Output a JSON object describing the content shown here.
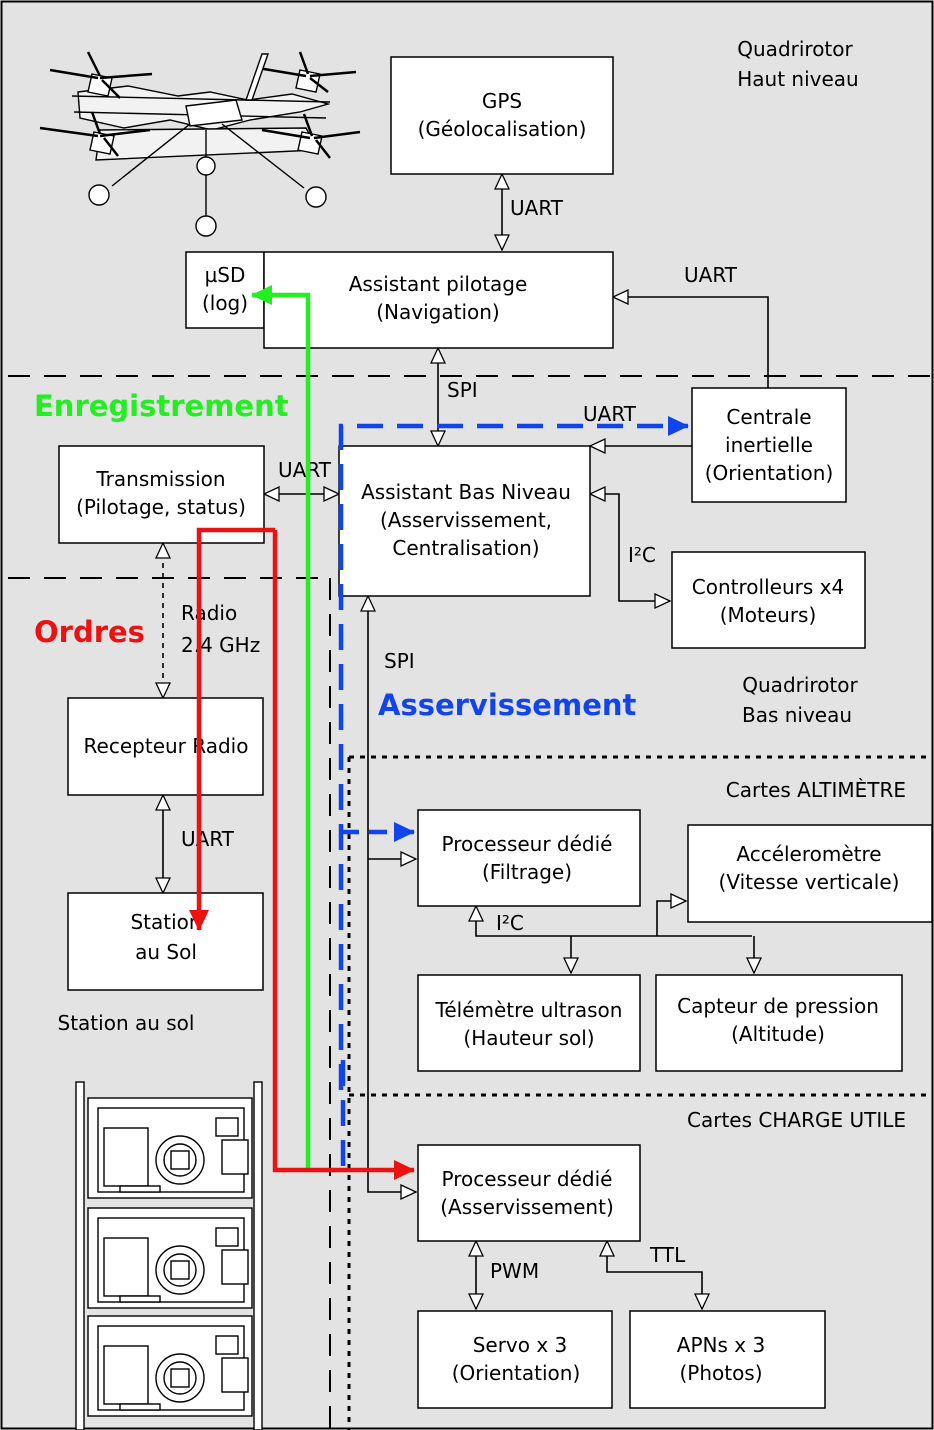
{
  "zones": {
    "high_level": [
      "Quadrirotor",
      "Haut niveau"
    ],
    "low_level": [
      "Quadrirotor",
      "Bas niveau"
    ],
    "ground_station": "Station au sol",
    "altimeter_cards": "Cartes ALTIMÈTRE",
    "payload_cards": "Cartes CHARGE UTILE"
  },
  "boxes": {
    "gps": [
      "GPS",
      "(Géolocalisation)"
    ],
    "usd": [
      "µSD",
      "(log)"
    ],
    "nav": [
      "Assistant pilotage",
      "(Navigation)"
    ],
    "imu": [
      "Centrale",
      "inertielle",
      "(Orientation)"
    ],
    "transmission": [
      "Transmission",
      "(Pilotage, status)"
    ],
    "low_assistant": [
      "Assistant Bas Niveau",
      "(Asservissement,",
      "Centralisation)"
    ],
    "motor_ctrl": [
      "Controlleurs x4",
      "(Moteurs)"
    ],
    "radio_rx": [
      "Recepteur Radio"
    ],
    "ground": [
      "Station",
      "au Sol"
    ],
    "alt_proc": [
      "Processeur dédié",
      "(Filtrage)"
    ],
    "accel": [
      "Accéleromètre",
      "(Vitesse verticale)"
    ],
    "sonar": [
      "Télémètre ultrason",
      "(Hauteur sol)"
    ],
    "pressure": [
      "Capteur de pression",
      "(Altitude)"
    ],
    "payload_proc": [
      "Processeur dédié",
      "(Asservissement)"
    ],
    "servo": [
      "Servo x 3",
      "(Orientation)"
    ],
    "apn": [
      "APNs x 3",
      "(Photos)"
    ]
  },
  "links": {
    "gps_nav": "UART",
    "imu_nav": "UART",
    "nav_low": "SPI",
    "imu_low": "UART",
    "trans_low": "UART",
    "i2c_motors": "I²C",
    "radio": [
      "Radio",
      "2.4 GHz"
    ],
    "rx_ground": "UART",
    "spi_bus": "SPI",
    "i2c_alt": "I²C",
    "pwm": "PWM",
    "ttl": "TTL"
  },
  "flows": {
    "recording": "Enregistrement",
    "orders": "Ordres",
    "control": "Asservissement"
  },
  "colors": {
    "recording": "#22ee22",
    "orders": "#ee1111",
    "control": "#1144ee",
    "zone_fill": "#e3e3e3"
  }
}
